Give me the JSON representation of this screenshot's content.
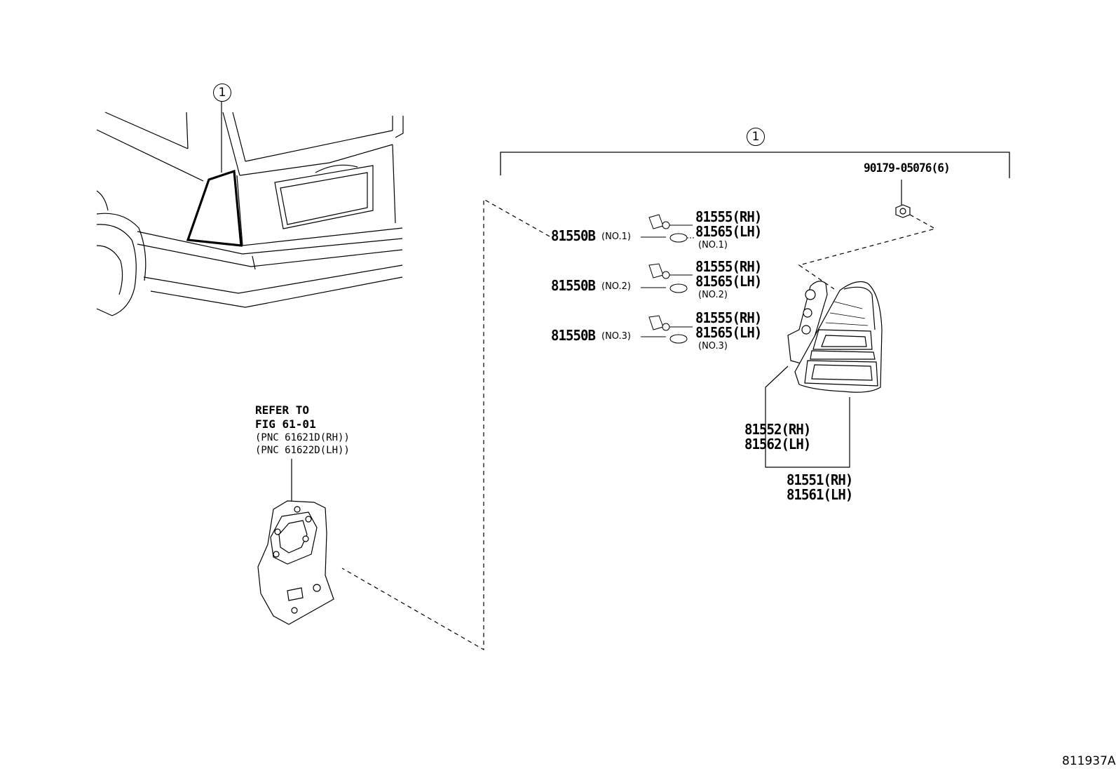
{
  "callout_marker": "1",
  "fastener": {
    "part": "90179-05076(6)"
  },
  "bulb_groups": [
    {
      "socket": "81550B",
      "socket_no": "(NO.1)",
      "bulb_rh": "81555(RH)",
      "bulb_lh": "81565(LH)",
      "bulb_no": "(NO.1)"
    },
    {
      "socket": "81550B",
      "socket_no": "(NO.2)",
      "bulb_rh": "81555(RH)",
      "bulb_lh": "81565(LH)",
      "bulb_no": "(NO.2)"
    },
    {
      "socket": "81550B",
      "socket_no": "(NO.3)",
      "bulb_rh": "81555(RH)",
      "bulb_lh": "81565(LH)",
      "bulb_no": "(NO.3)"
    }
  ],
  "lens": {
    "rh": "81552(RH)",
    "lh": "81562(LH)"
  },
  "lamp_assy": {
    "rh": "81551(RH)",
    "lh": "81561(LH)"
  },
  "reference": {
    "line1": "REFER TO",
    "line2": "FIG 61-01",
    "line3": "(PNC 61621D(RH))",
    "line4": "(PNC 61622D(LH))"
  },
  "figure_code": "811937A"
}
